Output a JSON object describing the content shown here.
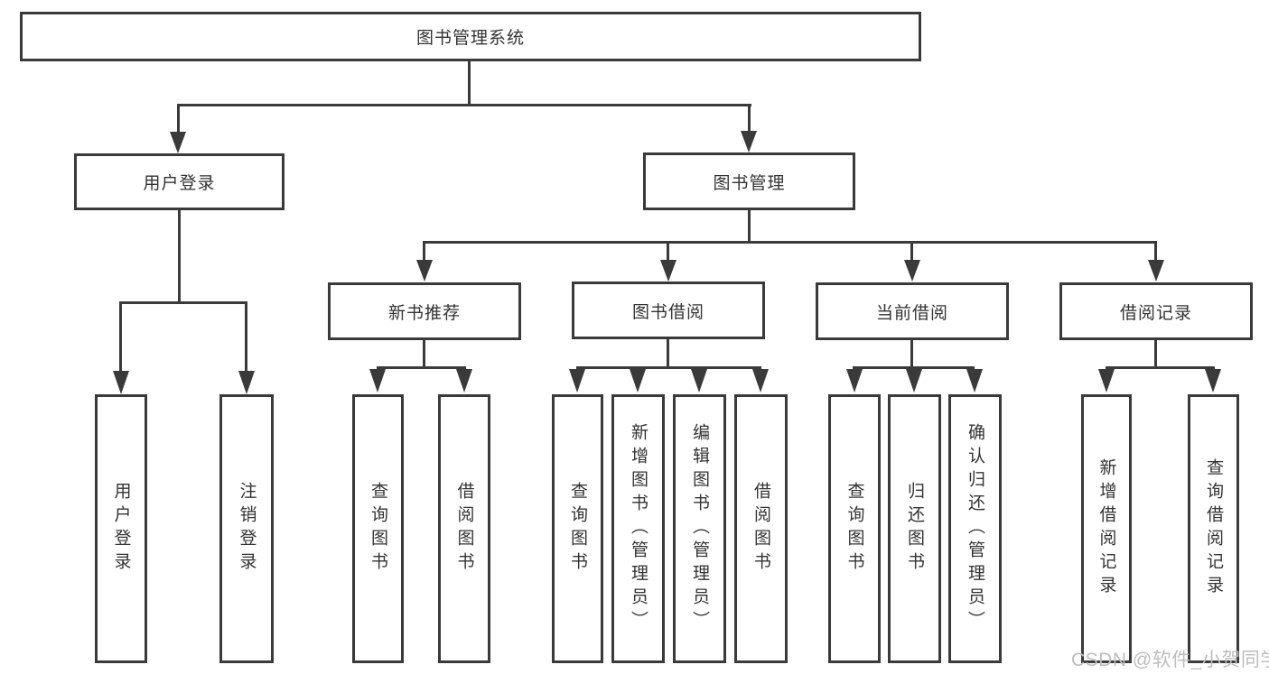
{
  "nodes": {
    "root": "图书管理系统",
    "user_login": "用户登录",
    "book_management": "图书管理",
    "new_book_recommend": "新书推荐",
    "book_borrow": "图书借阅",
    "current_borrow": "当前借阅",
    "borrow_records": "借阅记录",
    "leaf_user_login": "用户登录",
    "leaf_logout": "注销登录",
    "leaf_query_books": "查询图书",
    "leaf_borrow_books": "借阅图书",
    "leaf_add_book_admin": "新增图书（管理员）",
    "leaf_edit_book_admin": "编辑图书（管理员）",
    "leaf_return_books": "归还图书",
    "leaf_confirm_return_admin": "确认归还（管理员）",
    "leaf_add_borrow_record": "新增借阅记录",
    "leaf_query_borrow_record": "查询借阅记录"
  },
  "hierarchy": {
    "图书管理系统": {
      "用户登录": [
        "用户登录",
        "注销登录"
      ],
      "图书管理": {
        "新书推荐": [
          "查询图书",
          "借阅图书"
        ],
        "图书借阅": [
          "查询图书",
          "新增图书（管理员）",
          "编辑图书（管理员）",
          "借阅图书"
        ],
        "当前借阅": [
          "查询图书",
          "归还图书",
          "确认归还（管理员）"
        ],
        "借阅记录": [
          "新增借阅记录",
          "查询借阅记录"
        ]
      }
    }
  },
  "watermark": "CSDN @软件_小贺同学",
  "colors": {
    "line": "#3a3a3a",
    "text": "#333333",
    "watermark": "#bdbdbd",
    "background": "#ffffff"
  }
}
